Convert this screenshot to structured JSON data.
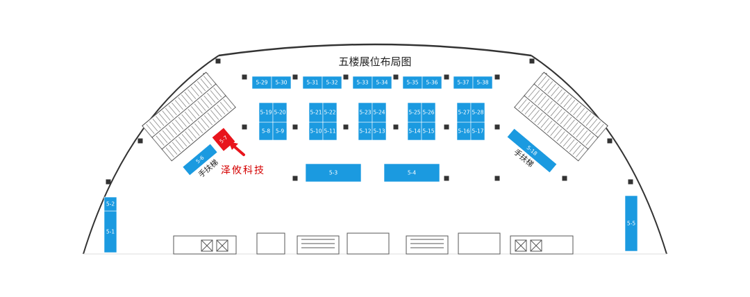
{
  "title": "五楼展位布局图",
  "colors": {
    "booth": "#1b9ae0",
    "highlight": "#e8141c",
    "accent_text": "#d40000",
    "pillar": "#333333",
    "wall": "#333333"
  },
  "booths": [
    "5-1",
    "5-2",
    "5-3",
    "5-4",
    "5-5",
    "5-6",
    "5-7",
    "5-8",
    "5-9",
    "5-10",
    "5-11",
    "5-12",
    "5-13",
    "5-14",
    "5-15",
    "5-16",
    "5-17",
    "5-18",
    "5-19",
    "5-20",
    "5-21",
    "5-22",
    "5-23",
    "5-24",
    "5-25",
    "5-26",
    "5-27",
    "5-28",
    "5-29",
    "5-30",
    "5-31",
    "5-32",
    "5-33",
    "5-34",
    "5-35",
    "5-36",
    "5-37",
    "5-38"
  ],
  "highlighted_booth": "5-7",
  "company_label": "泽攸科技",
  "escalator_label": "手扶梯",
  "icons": [
    "red-arrow-icon",
    "escalator-icon",
    "pillar-icon"
  ]
}
